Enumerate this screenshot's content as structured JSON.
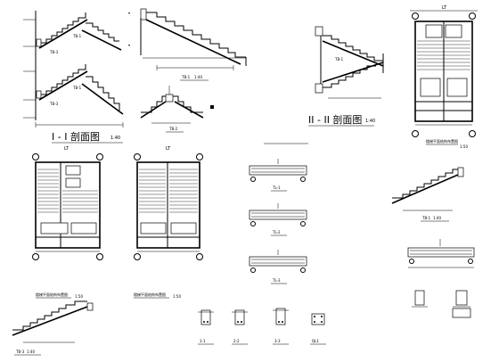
{
  "sheet": {
    "background": "#ffffff",
    "ink": "#000000"
  },
  "section_1_1": {
    "title": "I - I 剖面图",
    "scale": "1:40",
    "labels": [
      "TB-1",
      "TB-3",
      "TB-1",
      "TB-3"
    ]
  },
  "section_2_2": {
    "title": "II - II 剖面图",
    "scale": "1:40",
    "label": "TB-1"
  },
  "stair_tb1": {
    "caption": "TB-1",
    "scale": "1:40"
  },
  "stair_tb2": {
    "caption": "TB-2"
  },
  "stair_tb1_detail": {
    "caption": "TB-1",
    "scale": "1:40"
  },
  "stair_tb3": {
    "caption": "TB-3",
    "scale": "1:40"
  },
  "plan_left": {
    "label": "LT",
    "note": "楼梯平面结构布置图",
    "scale": "1:50"
  },
  "plan_middle": {
    "label": "LT",
    "note": "楼梯平面结构布置图",
    "scale": "1:50"
  },
  "plan_right": {
    "label": "LT",
    "note": "楼梯平面结构布置图",
    "scale": "1:50"
  },
  "beams": [
    {
      "caption": "TL-1"
    },
    {
      "caption": "TL-2"
    },
    {
      "caption": "TL-3"
    }
  ],
  "section_details": [
    {
      "caption": "1-1"
    },
    {
      "caption": "2-2"
    },
    {
      "caption": "3-3"
    },
    {
      "caption": "QL1"
    }
  ]
}
